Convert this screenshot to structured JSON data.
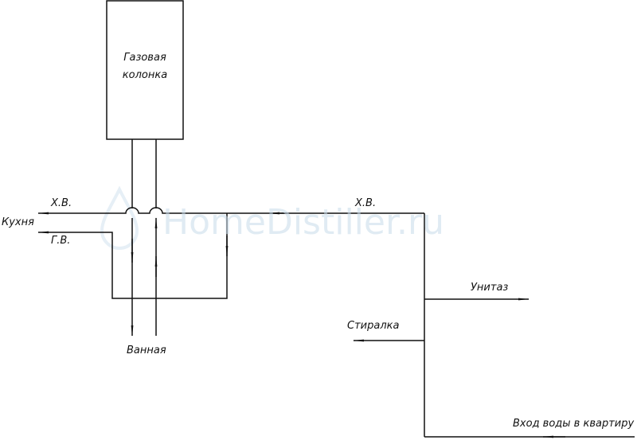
{
  "heater": {
    "label": "Газовая\nколонка"
  },
  "labels": {
    "cold_water_left": "Х.В.",
    "hot_water_left": "Г.В.",
    "kitchen": "Кухня",
    "bath": "Ванная",
    "cold_water_right": "Х.В.",
    "toilet": "Унитаз",
    "washer": "Стиралка",
    "water_inlet": "Вход воды в квартиру"
  },
  "watermark": {
    "text": "HomeDistiller.ru"
  },
  "colors": {
    "line": "#111111",
    "watermark": "#c8dcea"
  }
}
